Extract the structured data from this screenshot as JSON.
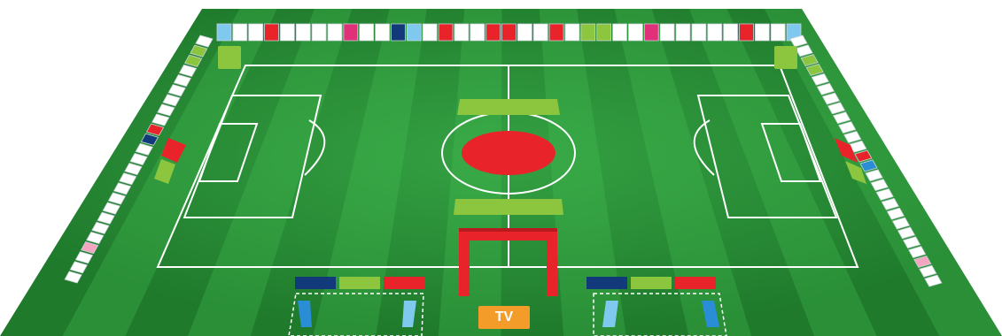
{
  "pitch": {
    "colors": {
      "grass_dark": "#1f7a2c",
      "grass_light": "#2e9a3a",
      "grass_center": "#3bb14a",
      "lines": "#ffffff",
      "board_white": "#ffffff",
      "board_red": "#e8242a",
      "board_navy": "#123a7a",
      "board_sky": "#7fc8ee",
      "board_magenta": "#e0307a",
      "board_lime": "#8cc63f",
      "board_pink": "#f3a6c0",
      "board_blue": "#2a8ed6",
      "center_red": "#e8242a",
      "tv_orange": "#f39c2a"
    },
    "top_boards": [
      "sky",
      "white",
      "white",
      "red",
      "white",
      "white",
      "white",
      "white",
      "magenta",
      "white",
      "white",
      "navy",
      "sky",
      "white",
      "red",
      "white",
      "white",
      "red",
      "red",
      "white",
      "white",
      "red",
      "white",
      "lime",
      "lime",
      "white",
      "white",
      "magenta",
      "white",
      "white",
      "white",
      "white",
      "white",
      "red",
      "white",
      "white",
      "sky"
    ],
    "left_boards": [
      "white",
      "lime",
      "lime",
      "white",
      "white",
      "white",
      "white",
      "white",
      "white",
      "red",
      "navy",
      "white",
      "white",
      "white",
      "white",
      "white",
      "white",
      "white",
      "white",
      "white",
      "white",
      "pink",
      "white",
      "white",
      "white"
    ],
    "right_boards": [
      "white",
      "white",
      "lime",
      "lime",
      "white",
      "white",
      "white",
      "white",
      "white",
      "white",
      "white",
      "white",
      "red",
      "blue",
      "white",
      "white",
      "white",
      "white",
      "white",
      "white",
      "white",
      "white",
      "white",
      "pink",
      "white",
      "white"
    ],
    "left_bench_colors": [
      "navy",
      "lime",
      "red"
    ],
    "right_bench_colors": [
      "navy",
      "lime",
      "red"
    ]
  },
  "tv_label": "TV"
}
